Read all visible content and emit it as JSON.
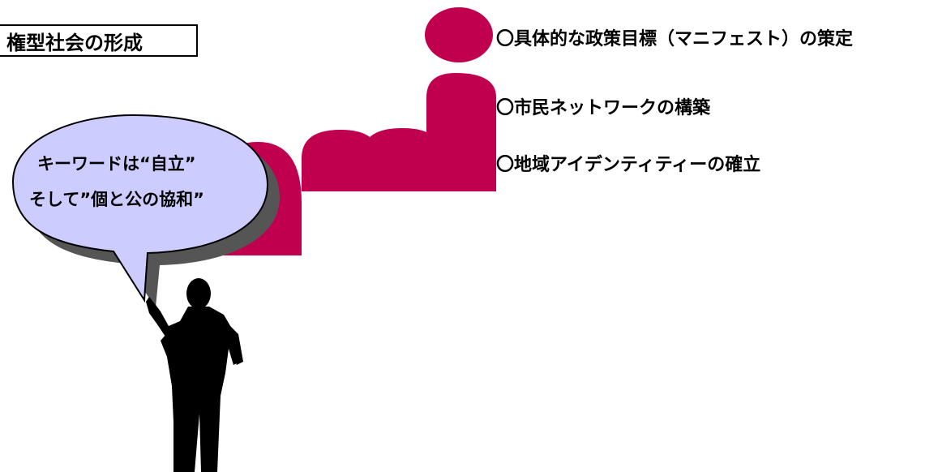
{
  "title": "権型社会の形成",
  "items": [
    "〇具体的な政策目標（マニフェスト）の策定",
    "〇市民ネットワークの構築",
    "〇地域アイデンティティーの確立"
  ],
  "bubble": {
    "line1": "キーワードは“自立”",
    "line2": "そして”個と公の協和”"
  },
  "colors": {
    "accent": "#c0004f",
    "bubble_fill": "#ccccff",
    "bubble_shadow": "#555555",
    "silhouette": "#000000"
  },
  "icons": [
    "speech-bubble-icon",
    "person-silhouette-icon"
  ]
}
